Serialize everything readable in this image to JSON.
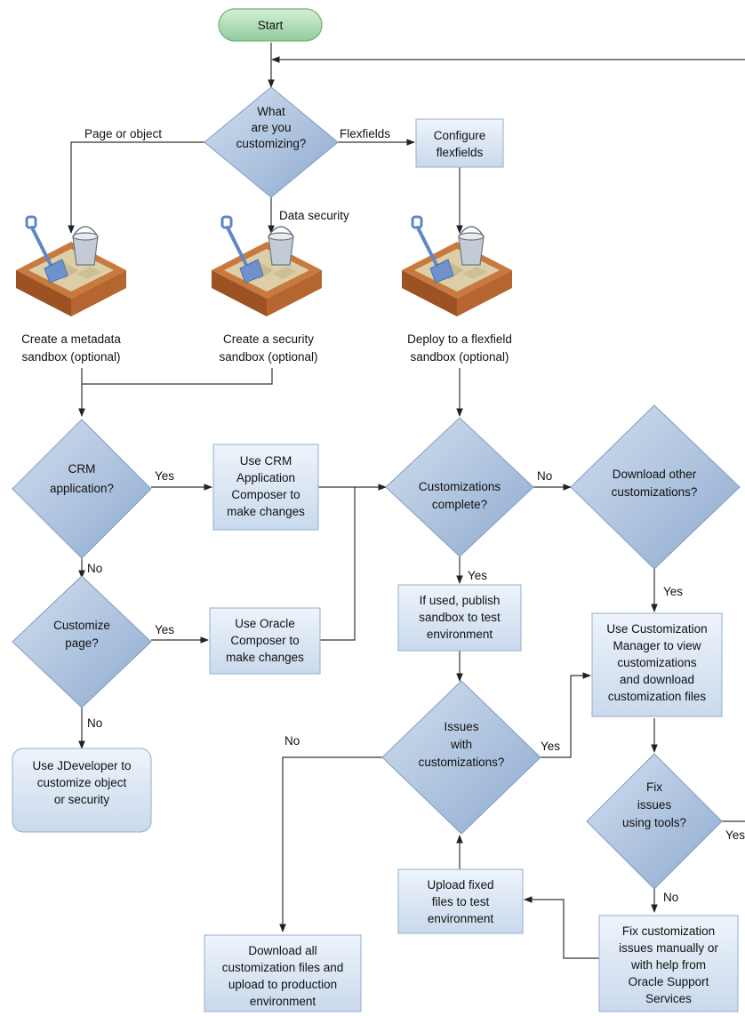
{
  "colors": {
    "start_fill": "#9fd3a4",
    "start_stroke": "#6fae76",
    "process_fill": "#d6e3f1",
    "process_stroke": "#94aecb",
    "decision_fill": "#a9c0dc",
    "decision_stroke": "#7f9cc1",
    "connector": "#333333",
    "sandbox_wood": "#b4612c",
    "sandbox_sand": "#d6caa0"
  },
  "start": {
    "label": "Start"
  },
  "decisions": {
    "customizing": [
      "What",
      "are you",
      "customizing?"
    ],
    "crm": [
      "CRM",
      "application?"
    ],
    "customize_page": [
      "Customize",
      "page?"
    ],
    "complete": [
      "Customizations",
      "complete?"
    ],
    "download_other": [
      "Download other",
      "customizations?"
    ],
    "issues": [
      "Issues",
      "with",
      "customizations?"
    ],
    "fix_tools": [
      "Fix",
      "issues",
      "using tools?"
    ]
  },
  "processes": {
    "configure_flexfields": [
      "Configure",
      "flexfields"
    ],
    "use_crm_composer": [
      "Use CRM",
      "Application",
      "Composer to",
      "make changes"
    ],
    "use_oracle_composer": [
      "Use Oracle",
      "Composer to",
      "make changes"
    ],
    "use_jdeveloper": [
      "Use JDeveloper to",
      "customize object",
      "or security"
    ],
    "publish_sandbox": [
      "If used, publish",
      "sandbox to test",
      "environment"
    ],
    "use_customization_manager": [
      "Use Customization",
      "Manager to view",
      "customizations",
      "and download",
      "customization files"
    ],
    "upload_fixed": [
      "Upload fixed",
      "files to test",
      "environment"
    ],
    "fix_manually": [
      "Fix customization",
      "issues manually or",
      "with help from",
      "Oracle Support",
      "Services"
    ],
    "download_all": [
      "Download all",
      "customization files and",
      "upload to production",
      "environment"
    ]
  },
  "sandboxes": {
    "metadata": [
      "Create a metadata",
      "sandbox (optional)"
    ],
    "security": [
      "Create a security",
      "sandbox (optional)"
    ],
    "flexfield": [
      "Deploy to a flexfield",
      "sandbox (optional)"
    ]
  },
  "edge_labels": {
    "page_or_object": "Page or object",
    "flexfields": "Flexfields",
    "data_security": "Data security",
    "crm_yes": "Yes",
    "crm_no": "No",
    "page_yes": "Yes",
    "page_no": "No",
    "complete_no": "No",
    "complete_yes": "Yes",
    "download_yes": "Yes",
    "issues_no": "No",
    "issues_yes": "Yes",
    "fix_no": "No",
    "fix_yes": "Yes"
  }
}
